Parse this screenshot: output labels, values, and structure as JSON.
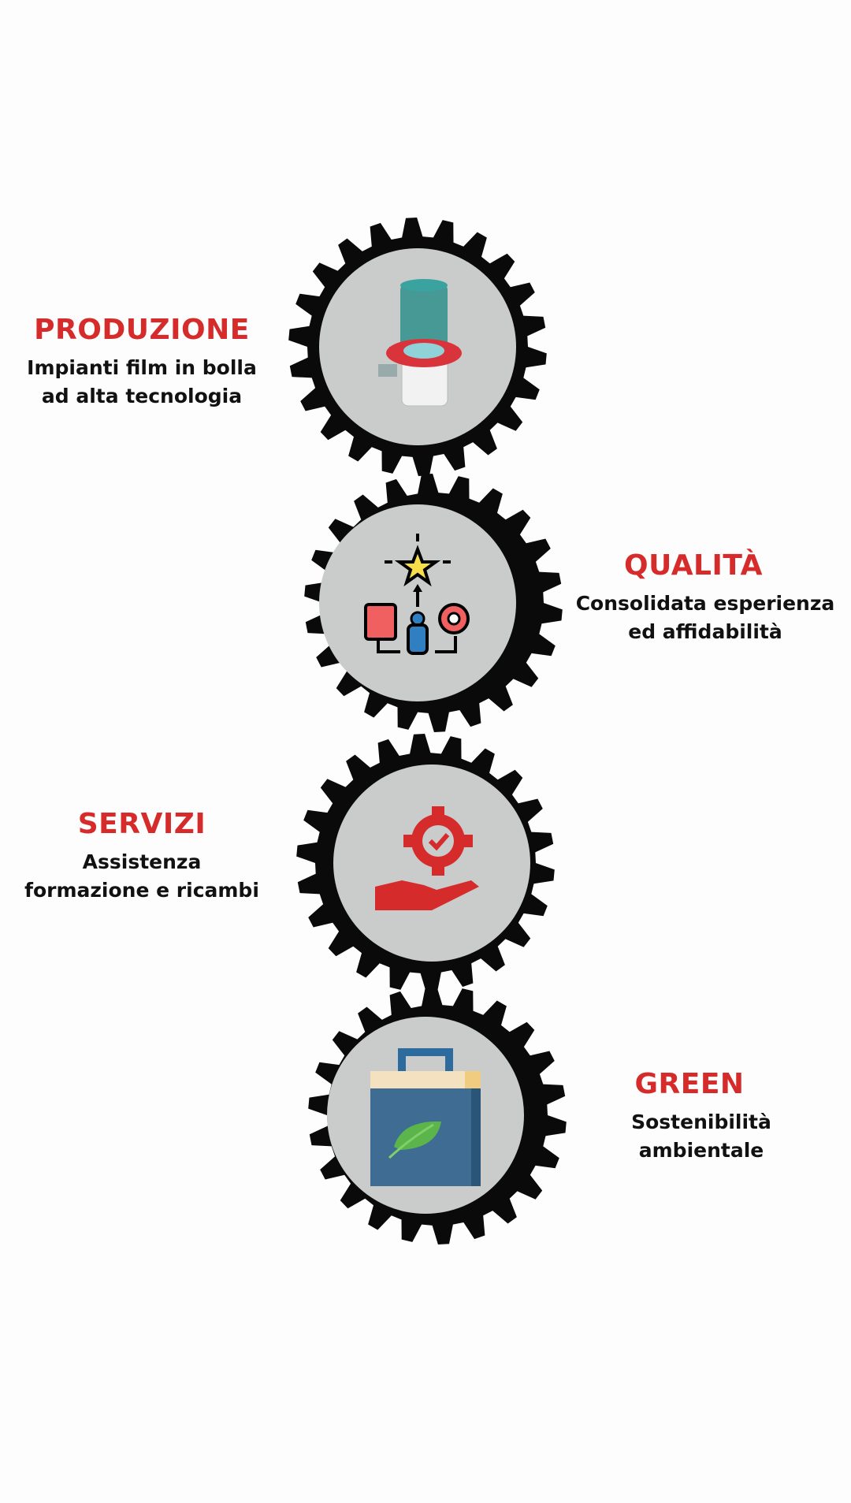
{
  "colors": {
    "accent": "#d62b2b",
    "gear": "#0a0a0a",
    "disc": "#c9cccb",
    "text": "#111111"
  },
  "items": [
    {
      "title": "PRODUZIONE",
      "line1": "Impianti film in bolla",
      "line2": "ad alta tecnologia",
      "icon": "extrusion-die-icon"
    },
    {
      "title": "QUALITÀ",
      "line1": "Consolidata esperienza",
      "line2": "ed affidabilità",
      "icon": "teamwork-quality-icon"
    },
    {
      "title": "SERVIZI",
      "line1": "Assistenza",
      "line2": "formazione e ricambi",
      "icon": "hand-gear-service-icon"
    },
    {
      "title": "GREEN",
      "line1": "Sostenibilità",
      "line2": "ambientale",
      "icon": "eco-bag-leaf-icon"
    }
  ]
}
